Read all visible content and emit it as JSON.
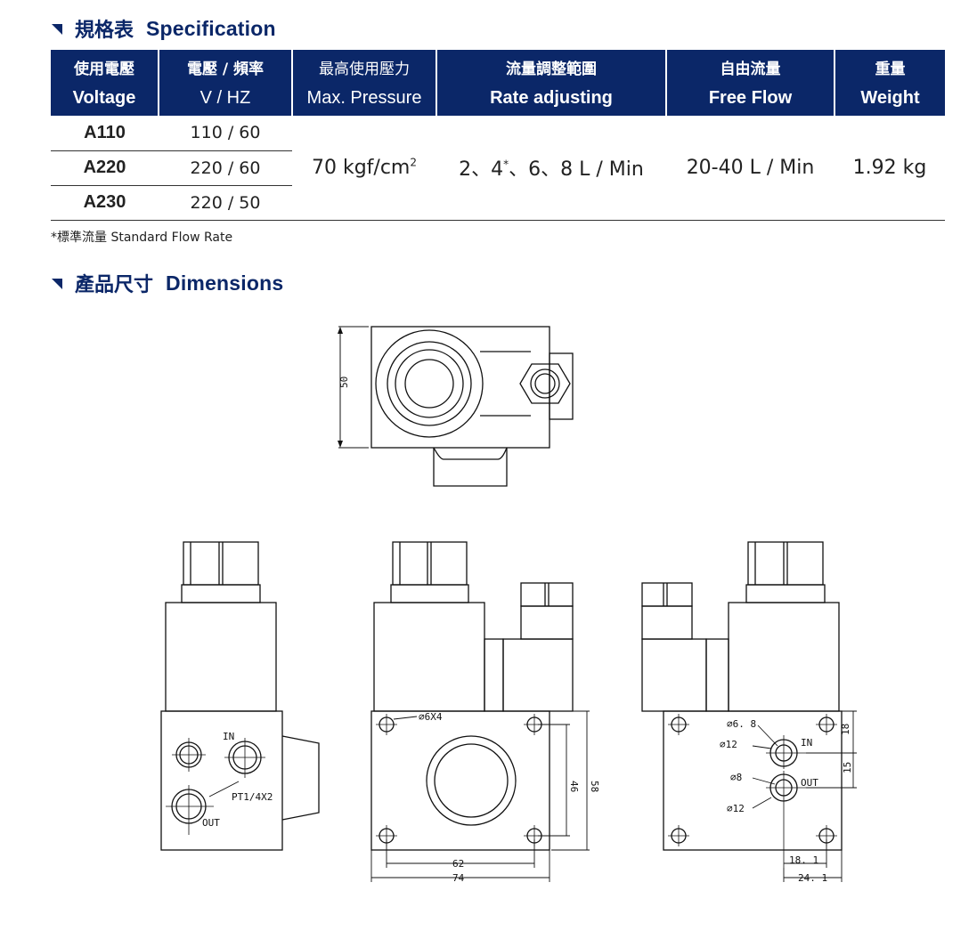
{
  "spec_section": {
    "title_zh": "規格表",
    "title_en": "Specification"
  },
  "table": {
    "headers": [
      {
        "zh": "使用電壓",
        "en": "Voltage"
      },
      {
        "zh": "電壓 / 頻率",
        "en": "V / HZ"
      },
      {
        "zh": "最高使用壓力",
        "en": "Max. Pressure"
      },
      {
        "zh": "流量調整範圍",
        "en": "Rate adjusting"
      },
      {
        "zh": "自由流量",
        "en": "Free Flow"
      },
      {
        "zh": "重量",
        "en": "Weight"
      }
    ],
    "rows": [
      {
        "model": "A110",
        "volt": "110 / 60"
      },
      {
        "model": "A220",
        "volt": "220 / 60"
      },
      {
        "model": "A230",
        "volt": "220 / 50"
      }
    ],
    "pressure": "70 kgf/cm",
    "pressure_sup": "2",
    "rate_a": "2、4",
    "rate_sup": "*",
    "rate_b": "、6、8 L / Min",
    "free_flow": "20-40 L / Min",
    "weight": "1.92 kg"
  },
  "footnote": "*標準流量 Standard Flow Rate",
  "dim_section": {
    "title_zh": "產品尺寸",
    "title_en": "Dimensions"
  },
  "dims": {
    "top_height": "50",
    "hole_note": "⌀6X4",
    "in_label": "IN",
    "out_label": "OUT",
    "port_note": "PT1/4X2",
    "h46": "46",
    "h58": "58",
    "w62": "62",
    "w74": "74",
    "d68": "⌀6. 8",
    "d12a": "⌀12",
    "d8": "⌀8",
    "d12b": "⌀12",
    "v18": "18",
    "v15": "15",
    "w181": "18. 1",
    "w241": "24. 1"
  },
  "colors": {
    "navy": "#0b2768"
  }
}
